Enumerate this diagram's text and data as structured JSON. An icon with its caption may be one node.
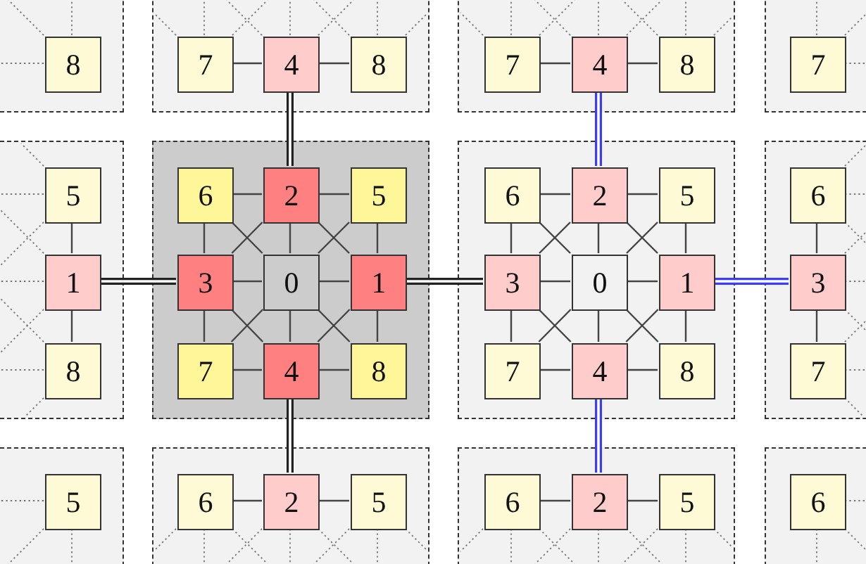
{
  "diagram": {
    "nodes": [
      {
        "text": [],
        "shape": "box"
      },
      {
        "text": [
          "8"
        ],
        "in": 0
      },
      {
        "text": [],
        "shape": "box"
      },
      {
        "text": [
          "7"
        ],
        "in": 2
      },
      {
        "text": [
          "4"
        ],
        "in": 2
      },
      {
        "text": [
          "8"
        ],
        "in": 2
      },
      {
        "text": [],
        "shape": "box"
      },
      {
        "text": [
          "7"
        ],
        "in": 6
      },
      {
        "text": [
          "4"
        ],
        "in": 6
      },
      {
        "text": [
          "8"
        ],
        "in": 6
      },
      {
        "text": [],
        "shape": "box"
      },
      {
        "text": [
          "7"
        ],
        "in": 10
      },
      {
        "text": [],
        "shape": "box"
      },
      {
        "text": [
          "5"
        ],
        "in": 12
      },
      {
        "text": [
          "1"
        ],
        "in": 12
      },
      {
        "text": [
          "8"
        ],
        "in": 12
      },
      {
        "text": [],
        "shape": "box"
      },
      {
        "text": [
          "6"
        ],
        "in": 16
      },
      {
        "text": [
          "2"
        ],
        "in": 16
      },
      {
        "text": [
          "5"
        ],
        "in": 16
      },
      {
        "text": [
          "3"
        ],
        "in": 16
      },
      {
        "text": [
          "0"
        ],
        "in": 16
      },
      {
        "text": [
          "1"
        ],
        "in": 16
      },
      {
        "text": [
          "7"
        ],
        "in": 16
      },
      {
        "text": [
          "4"
        ],
        "in": 16
      },
      {
        "text": [
          "8"
        ],
        "in": 16
      },
      {
        "text": [],
        "shape": "box"
      },
      {
        "text": [
          "6"
        ],
        "in": 26
      },
      {
        "text": [
          "2"
        ],
        "in": 26
      },
      {
        "text": [
          "5"
        ],
        "in": 26
      },
      {
        "text": [
          "3"
        ],
        "in": 26
      },
      {
        "text": [
          "0"
        ],
        "in": 26
      },
      {
        "text": [
          "1"
        ],
        "in": 26
      },
      {
        "text": [
          "7"
        ],
        "in": 26
      },
      {
        "text": [
          "4"
        ],
        "in": 26
      },
      {
        "text": [
          "8"
        ],
        "in": 26
      },
      {
        "text": [],
        "shape": "box"
      },
      {
        "text": [
          "6"
        ],
        "in": 36
      },
      {
        "text": [
          "3"
        ],
        "in": 36
      },
      {
        "text": [
          "7"
        ],
        "in": 36
      },
      {
        "text": [],
        "shape": "box"
      },
      {
        "text": [
          "5"
        ],
        "in": 40
      },
      {
        "text": [],
        "shape": "box"
      },
      {
        "text": [
          "6"
        ],
        "in": 42
      },
      {
        "text": [
          "2"
        ],
        "in": 42
      },
      {
        "text": [
          "5"
        ],
        "in": 42
      },
      {
        "text": [],
        "shape": "box"
      },
      {
        "text": [
          "6"
        ],
        "in": 46
      },
      {
        "text": [
          "2"
        ],
        "in": 46
      },
      {
        "text": [
          "5"
        ],
        "in": 46
      },
      {
        "text": [],
        "shape": "box"
      },
      {
        "text": [
          "6"
        ],
        "in": 50
      }
    ],
    "edges": [
      {
        "from": 3,
        "to": 4,
        "arrow": "none"
      },
      {
        "from": 4,
        "to": 5,
        "arrow": "none"
      },
      {
        "from": 7,
        "to": 8,
        "arrow": "none"
      },
      {
        "from": 8,
        "to": 9,
        "arrow": "none"
      },
      {
        "from": 13,
        "to": 14,
        "arrow": "none"
      },
      {
        "from": 14,
        "to": 15,
        "arrow": "none"
      },
      {
        "from": 17,
        "to": 18,
        "arrow": "none"
      },
      {
        "from": 18,
        "to": 19,
        "arrow": "none"
      },
      {
        "from": 17,
        "to": 20,
        "arrow": "none"
      },
      {
        "from": 18,
        "to": 21,
        "arrow": "none"
      },
      {
        "from": 19,
        "to": 22,
        "arrow": "none"
      },
      {
        "from": 20,
        "to": 21,
        "arrow": "none"
      },
      {
        "from": 21,
        "to": 22,
        "arrow": "none"
      },
      {
        "from": 20,
        "to": 23,
        "arrow": "none"
      },
      {
        "from": 21,
        "to": 24,
        "arrow": "none"
      },
      {
        "from": 22,
        "to": 25,
        "arrow": "none"
      },
      {
        "from": 23,
        "to": 24,
        "arrow": "none"
      },
      {
        "from": 24,
        "to": 25,
        "arrow": "none"
      },
      {
        "from": 17,
        "to": 21,
        "arrow": "none"
      },
      {
        "from": 18,
        "to": 20,
        "arrow": "none"
      },
      {
        "from": 18,
        "to": 22,
        "arrow": "none"
      },
      {
        "from": 19,
        "to": 21,
        "arrow": "none"
      },
      {
        "from": 20,
        "to": 24,
        "arrow": "none"
      },
      {
        "from": 23,
        "to": 21,
        "arrow": "none"
      },
      {
        "from": 21,
        "to": 25,
        "arrow": "none"
      },
      {
        "from": 22,
        "to": 24,
        "arrow": "none"
      },
      {
        "from": 27,
        "to": 28,
        "arrow": "none"
      },
      {
        "from": 28,
        "to": 29,
        "arrow": "none"
      },
      {
        "from": 27,
        "to": 30,
        "arrow": "none"
      },
      {
        "from": 28,
        "to": 31,
        "arrow": "none"
      },
      {
        "from": 29,
        "to": 32,
        "arrow": "none"
      },
      {
        "from": 30,
        "to": 31,
        "arrow": "none"
      },
      {
        "from": 31,
        "to": 32,
        "arrow": "none"
      },
      {
        "from": 30,
        "to": 33,
        "arrow": "none"
      },
      {
        "from": 31,
        "to": 34,
        "arrow": "none"
      },
      {
        "from": 32,
        "to": 35,
        "arrow": "none"
      },
      {
        "from": 33,
        "to": 34,
        "arrow": "none"
      },
      {
        "from": 34,
        "to": 35,
        "arrow": "none"
      },
      {
        "from": 27,
        "to": 31,
        "arrow": "none"
      },
      {
        "from": 28,
        "to": 30,
        "arrow": "none"
      },
      {
        "from": 28,
        "to": 32,
        "arrow": "none"
      },
      {
        "from": 29,
        "to": 31,
        "arrow": "none"
      },
      {
        "from": 30,
        "to": 34,
        "arrow": "none"
      },
      {
        "from": 33,
        "to": 31,
        "arrow": "none"
      },
      {
        "from": 31,
        "to": 35,
        "arrow": "none"
      },
      {
        "from": 32,
        "to": 34,
        "arrow": "none"
      },
      {
        "from": 37,
        "to": 38,
        "arrow": "none"
      },
      {
        "from": 38,
        "to": 39,
        "arrow": "none"
      },
      {
        "from": 43,
        "to": 44,
        "arrow": "none"
      },
      {
        "from": 44,
        "to": 45,
        "arrow": "none"
      },
      {
        "from": 47,
        "to": 48,
        "arrow": "none"
      },
      {
        "from": 48,
        "to": 49,
        "arrow": "none"
      },
      {
        "from": 18,
        "to": 4,
        "arrow": "none",
        "style": "thick",
        "color": "#222222"
      },
      {
        "from": 24,
        "to": 44,
        "arrow": "none",
        "style": "thick",
        "color": "#222222"
      },
      {
        "from": 20,
        "to": 14,
        "arrow": "none",
        "style": "thick",
        "color": "#222222"
      },
      {
        "from": 22,
        "to": 30,
        "arrow": "none",
        "style": "thick",
        "color": "#222222"
      },
      {
        "from": 28,
        "to": 8,
        "arrow": "none",
        "style": "thick",
        "color": "#3c3cff"
      },
      {
        "from": 34,
        "to": 48,
        "arrow": "none",
        "style": "thick",
        "color": "#3c3cff"
      },
      {
        "from": 32,
        "to": 38,
        "arrow": "none",
        "style": "thick",
        "color": "#3c3cff"
      }
    ]
  }
}
